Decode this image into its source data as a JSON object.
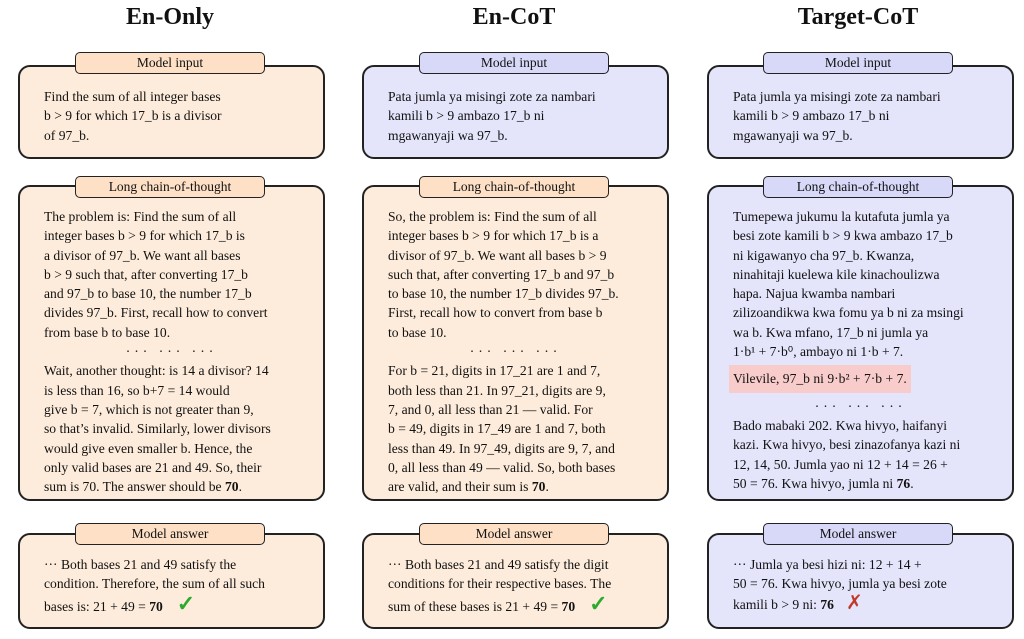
{
  "columns": [
    {
      "title": "En-Only",
      "input_label": "Model input",
      "input": [
        "Find the sum of all integer bases",
        "b > 9 for which 17_b is a divisor",
        "of 97_b."
      ],
      "cot_label": "Long chain-of-thought",
      "cot1": [
        "The problem is: Find the sum of all",
        "integer bases b > 9 for which 17_b is",
        "a divisor of 97_b. We want all bases",
        "b > 9 such that, after converting 17_b",
        "and 97_b to base 10, the number 17_b",
        "divides 97_b. First, recall how to convert",
        "from base b to base 10."
      ],
      "ellipsis": "··· ··· ···",
      "cot2": [
        "Wait, another thought: is 14 a divisor? 14",
        "is less than 16, so b+7 = 14 would",
        "give b = 7, which is not greater than 9,",
        "so that’s invalid. Similarly, lower divisors",
        "would give even smaller b. Hence, the",
        "only valid bases are 21 and 49. So, their"
      ],
      "cot_last": "sum is 70. The answer should be ",
      "cot_bold": "70",
      "cot_end": ".",
      "answer_label": "Model answer",
      "answer": [
        "··· Both bases 21 and 49 satisfy the",
        "condition. Therefore, the sum of all such"
      ],
      "answer_last": "bases is: 21 + 49 = ",
      "answer_bold": "70",
      "answer_mark": "✓"
    },
    {
      "title": "En-CoT",
      "input_label": "Model input",
      "input": [
        "Pata jumla ya misingi zote za nambari",
        "kamili b > 9 ambazo 17_b ni",
        "mgawanyaji wa 97_b."
      ],
      "cot_label": "Long chain-of-thought",
      "cot1": [
        "So, the problem is: Find the sum of all",
        "integer bases b > 9 for which 17_b is a",
        "divisor of 97_b. We want all bases b > 9",
        "such that, after converting 17_b and 97_b",
        "to base 10, the number 17_b divides 97_b.",
        "First, recall how to convert from base b",
        "to base 10."
      ],
      "ellipsis": "··· ··· ···",
      "cot2": [
        "For b = 21, digits in 17_21 are 1 and 7,",
        "both less than 21. In 97_21, digits are 9,",
        "7, and 0, all less than 21 — valid. For",
        "b = 49, digits in 17_49 are 1 and 7, both",
        "less than 49. In 97_49, digits are 9, 7, and",
        "0, all less than 49 — valid. So, both bases"
      ],
      "cot_last": "are valid, and their sum is ",
      "cot_bold": "70",
      "cot_end": ".",
      "answer_label": "Model answer",
      "answer": [
        "··· Both bases 21 and 49 satisfy the digit",
        "conditions for their respective bases. The"
      ],
      "answer_last": "sum of these bases is 21 + 49 = ",
      "answer_bold": "70",
      "answer_mark": "✓"
    },
    {
      "title": "Target-CoT",
      "input_label": "Model input",
      "input": [
        "Pata jumla ya misingi zote za nambari",
        "kamili b > 9 ambazo 17_b ni",
        "mgawanyaji wa 97_b."
      ],
      "cot_label": "Long chain-of-thought",
      "cot1": [
        "Tumepewa jukumu la kutafuta jumla ya",
        "besi zote kamili b > 9 kwa ambazo 17_b",
        "ni kigawanyo cha 97_b. Kwanza,",
        "ninahitaji kuelewa kile kinachoulizwa",
        "hapa. Najua kwamba nambari",
        "zilizoandikwa kwa fomu ya b ni za msingi",
        "wa b. Kwa mfano, 17_b ni jumla ya",
        "1·b¹ + 7·b⁰, ambayo ni 1·b + 7."
      ],
      "highlight": "Vilevile, 97_b ni 9·b² + 7·b + 7.",
      "ellipsis": "··· ··· ···",
      "cot2": [
        "Bado mabaki 202. Kwa hivyo, haifanyi",
        "kazi. Kwa hivyo, besi zinazofanya kazi ni",
        "12, 14, 50. Jumla yao ni 12 + 14 = 26 +"
      ],
      "cot_last": "50 = 76. Kwa hivyo, jumla ni ",
      "cot_bold": "76",
      "cot_end": ".",
      "answer_label": "Model answer",
      "answer": [
        "··· Jumla ya besi hizi ni: 12 + 14 +",
        "50 = 76. Kwa hivyo, jumla ya besi zote"
      ],
      "answer_last": "kamili b > 9 ni: ",
      "answer_bold": "76",
      "answer_mark": "✗"
    }
  ],
  "colors": {
    "peach": "#fdecdb",
    "blue": "#e4e4fb",
    "highlight": "#f9cccc",
    "check": "#2eaa2e",
    "cross": "#c0392b"
  }
}
